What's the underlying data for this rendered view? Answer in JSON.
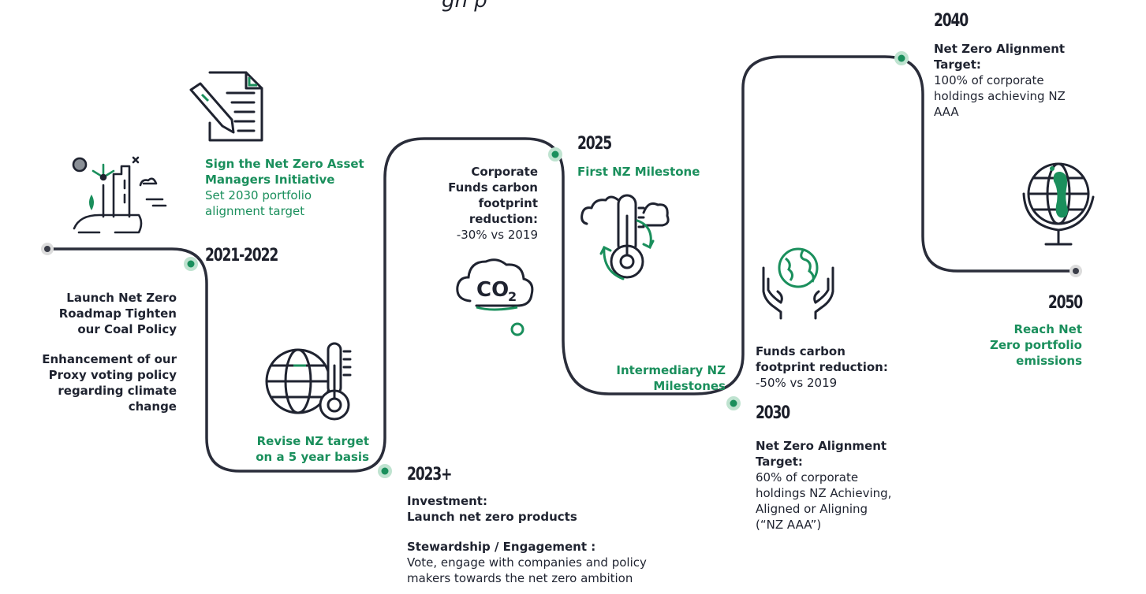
{
  "header": {
    "title_fragment": "gn            p"
  },
  "milestones": {
    "m2021": {
      "year": "2021-2022",
      "green_title": "Sign the Net Zero Asset Managers Initiative",
      "green_sub": "Set 2030 portfolio alignment target",
      "left_1": "Launch Net Zero Roadmap Tighten our Coal Policy",
      "left_2": "Enhancement of our Proxy voting policy regarding climate change"
    },
    "revise": {
      "text": "Revise NZ target on a 5 year basis"
    },
    "m2023": {
      "year": "2023+",
      "investment_label": "Investment:",
      "investment_text": "Launch net zero products",
      "stewardship_label": "Stewardship / Engagement :",
      "stewardship_text": "Vote, engage with companies and policy makers towards the net zero ambition"
    },
    "m2025": {
      "year": "2025",
      "title": "First NZ Milestone",
      "side_bold": "Corporate Funds carbon footprint reduction:",
      "side_normal": "-30% vs 2019"
    },
    "intermediary": {
      "text": "Intermediary NZ Milestones"
    },
    "m2030": {
      "year": "2030",
      "top_bold": "Funds carbon footprint reduction:",
      "top_normal": "-50% vs 2019",
      "target_label": "Net Zero Alignment Target:",
      "target_text": "60% of corporate holdings NZ Achieving, Aligned or Aligning (“NZ AAA”)"
    },
    "m2040": {
      "year": "2040",
      "target_label": "Net Zero Alignment Target:",
      "target_text": "100% of corporate holdings achieving NZ AAA"
    },
    "m2050": {
      "year": "2050",
      "text": "Reach Net Zero portfolio emissions"
    }
  },
  "icons": {
    "co2_label": "CO",
    "co2_sub": "2"
  },
  "colors": {
    "accent": "#1a8f5c",
    "line": "#2a2d3a",
    "dot": "#3a3d48"
  }
}
